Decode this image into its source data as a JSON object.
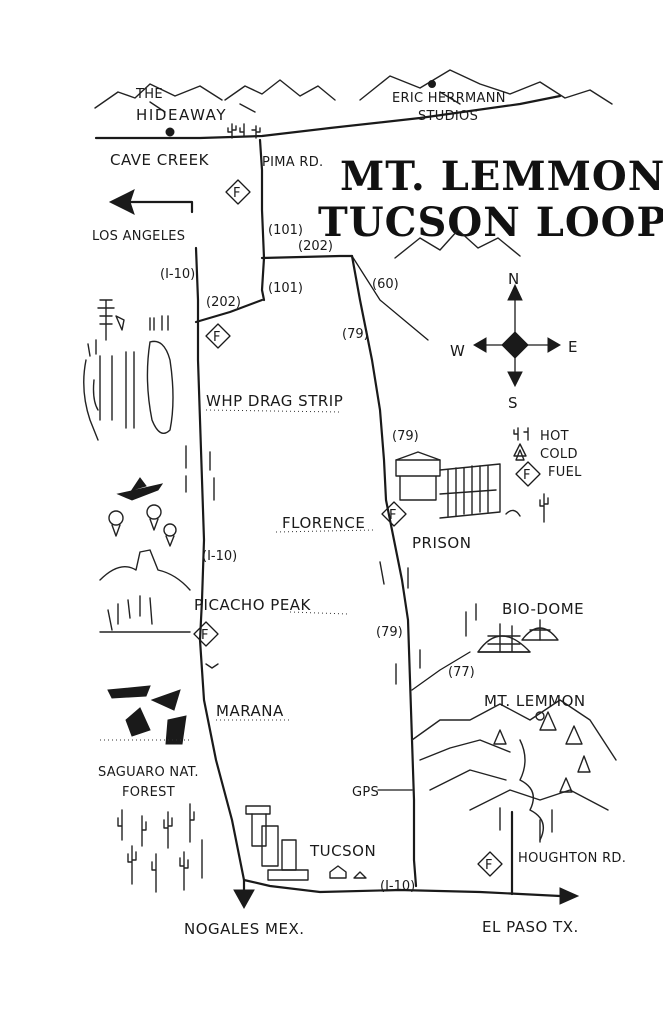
{
  "title": {
    "line1": "MT. LEMMON",
    "line2": "TUCSON LOOP"
  },
  "places": {
    "hideaway": "THE HIDEAWAY",
    "studios_line1": "ERIC HERRMANN",
    "studios_line2": "STUDIOS",
    "cave_creek": "CAVE CREEK",
    "pima_rd": "PIMA RD.",
    "los_angeles": "LOS ANGELES",
    "whp_drag_strip": "WHP DRAG STRIP",
    "florence": "FLORENCE",
    "prison": "PRISON",
    "picacho_peak": "PICACHO PEAK",
    "bio_dome": "BIO-DOME",
    "mt_lemmon": "MT. LEMMON",
    "marana": "MARANA",
    "saguaro_line1": "SAGUARO NAT.",
    "saguaro_line2": "FOREST",
    "gps": "GPS",
    "tucson": "TUCSON",
    "houghton_rd": "HOUGHTON RD.",
    "nogales": "NOGALES MEX.",
    "el_paso": "EL PASO TX."
  },
  "routes": {
    "r101_a": "(101)",
    "r202_a": "(202)",
    "r101_b": "(101)",
    "r202_b": "(202)",
    "r60": "(60)",
    "i10_a": "(I-10)",
    "r79_a": "(79)",
    "r79_b": "(79)",
    "i10_b": "(I-10)",
    "r79_c": "(79)",
    "r77": "(77)",
    "i10_c": "(I-10)"
  },
  "compass": {
    "n": "N",
    "s": "S",
    "e": "E",
    "w": "W"
  },
  "legend": {
    "hot": "HOT",
    "cold": "COLD",
    "fuel": "FUEL"
  },
  "fuel_marker": "F",
  "colors": {
    "ink": "#1a1a1a",
    "paper": "#ffffff"
  }
}
